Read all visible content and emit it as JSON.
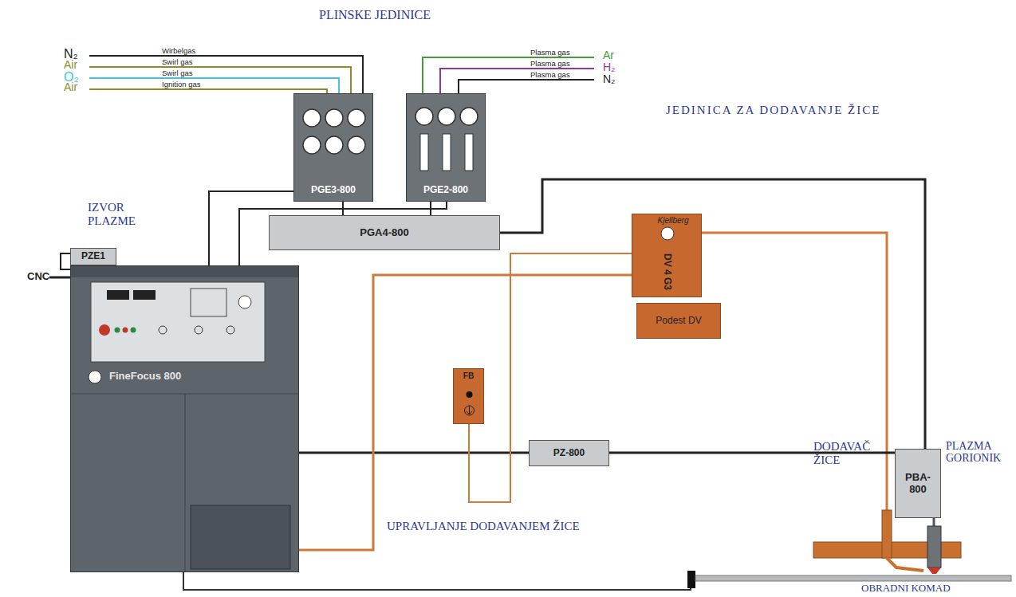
{
  "diagram": {
    "nodes": [
      {
        "text": [
          "PGE3-800"
        ]
      },
      {
        "text": [
          "PGE2-800"
        ]
      },
      {
        "text": [
          "PZE1"
        ]
      },
      {
        "text": [
          "FineFocus 800"
        ]
      },
      {
        "text": [
          "PGA4-800"
        ]
      },
      {
        "text": [
          "Kjellberg",
          "DV 4 G3"
        ]
      },
      {
        "text": [
          "Podest DV"
        ]
      },
      {
        "text": [
          "PZ-800"
        ]
      },
      {
        "text": [
          "FB"
        ]
      },
      {
        "text": [
          "PBA-800"
        ]
      }
    ],
    "edges": [
      {
        "from": 2,
        "to": 3,
        "arrow": "none"
      },
      {
        "from": 3,
        "to": 0,
        "arrow": "none"
      },
      {
        "from": 3,
        "to": 1,
        "arrow": "none"
      },
      {
        "from": 0,
        "to": 4,
        "arrow": "none"
      },
      {
        "from": 1,
        "to": 4,
        "arrow": "none"
      },
      {
        "from": 4,
        "to": 9,
        "arrow": "none"
      },
      {
        "from": 3,
        "to": 7,
        "arrow": "none"
      },
      {
        "from": 7,
        "to": 9,
        "arrow": "none"
      },
      {
        "from": 3,
        "to": 5,
        "arrow": "none"
      },
      {
        "from": 8,
        "to": 5,
        "arrow": "none"
      }
    ],
    "labels": [
      "PLINSKE JEDINICE",
      "N₂",
      "Wirbelgas",
      "Air",
      "Swirl gas",
      "O₂",
      "Swirl gas",
      "Air",
      "Ignition gas",
      "Plasma gas",
      "Ar",
      "Plasma gas",
      "H₂",
      "Plasma gas",
      "N₂",
      "JEDINICA ZA DODAVANJE ŽICE",
      "IZVOR PLAZME",
      "CNC",
      "DODAVAČ ŽICE",
      "PLAZMA GORIONIK",
      "UPRAVLJANJE DODAVANJEM ŽICE",
      "OBRADNI KOMAD"
    ]
  }
}
